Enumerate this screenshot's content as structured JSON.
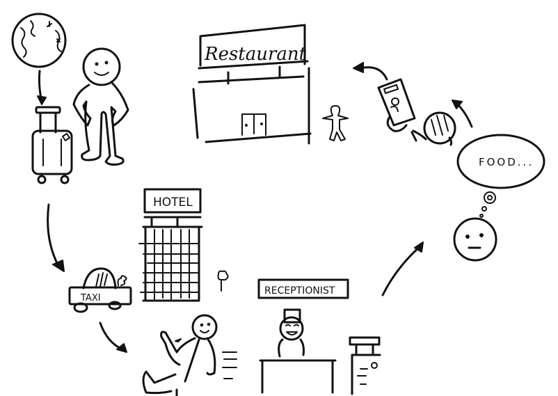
{
  "labels": {
    "restaurant": "Restaurant",
    "food": "FOOD...",
    "hotel": "HOTEL",
    "taxi": "TAXI",
    "receptionist": "RECEPTIONIST"
  },
  "colors": {
    "ink": "#111111",
    "background": "#ffffff"
  }
}
